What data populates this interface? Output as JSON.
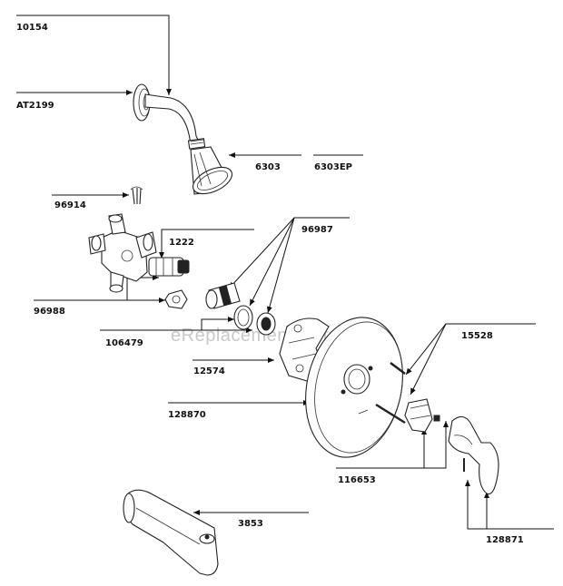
{
  "watermark": "eReplacementParts.com",
  "parts": [
    {
      "id": "p10154",
      "number": "10154",
      "name": "part-label-10154"
    },
    {
      "id": "pAT2199",
      "number": "AT2199",
      "name": "part-label-at2199"
    },
    {
      "id": "p6303",
      "number": "6303",
      "name": "part-label-6303"
    },
    {
      "id": "p6303EP",
      "number": "6303EP",
      "name": "part-label-6303ep"
    },
    {
      "id": "p96914",
      "number": "96914",
      "name": "part-label-96914"
    },
    {
      "id": "p1222",
      "number": "1222",
      "name": "part-label-1222"
    },
    {
      "id": "p96987",
      "number": "96987",
      "name": "part-label-96987"
    },
    {
      "id": "p96988",
      "number": "96988",
      "name": "part-label-96988"
    },
    {
      "id": "p106479",
      "number": "106479",
      "name": "part-label-106479"
    },
    {
      "id": "p15528",
      "number": "15528",
      "name": "part-label-15528"
    },
    {
      "id": "p12574",
      "number": "12574",
      "name": "part-label-12574"
    },
    {
      "id": "p128870",
      "number": "128870",
      "name": "part-label-128870"
    },
    {
      "id": "p116653",
      "number": "116653",
      "name": "part-label-116653"
    },
    {
      "id": "p3853",
      "number": "3853",
      "name": "part-label-3853"
    },
    {
      "id": "p128871",
      "number": "128871",
      "name": "part-label-128871"
    }
  ]
}
